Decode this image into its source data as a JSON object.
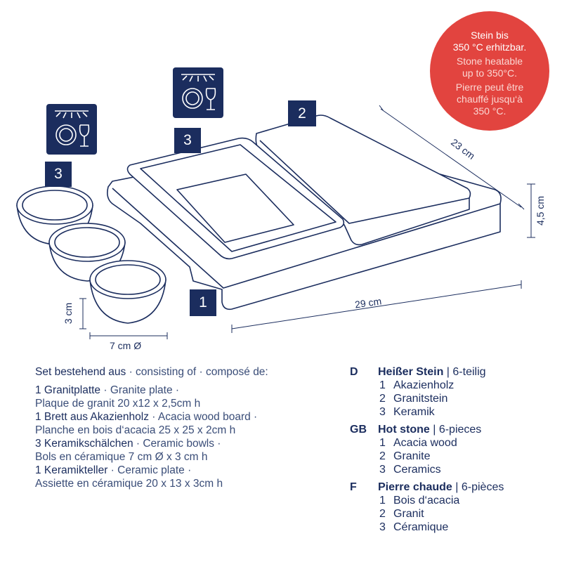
{
  "badge_heat": {
    "de": [
      "Stein bis",
      "350 °C erhitzbar."
    ],
    "en": [
      "Stone heatable",
      "up to 350°C."
    ],
    "fr": [
      "Pierre peut être",
      "chauffé jusqu‘à",
      "350 °C."
    ]
  },
  "labels": {
    "bowls": "3",
    "plate": "3",
    "stone": "2",
    "board": "1"
  },
  "dimensions": {
    "stone_depth": "23 cm",
    "stone_height": "4,5 cm",
    "board_width": "29 cm",
    "bowl_height": "3 cm",
    "bowl_diameter": "7 cm Ø"
  },
  "icons": [
    "dishwasher-safe-icon",
    "dishwasher-safe-icon"
  ],
  "contents": {
    "heading_de": "Set bestehend aus",
    "heading_rest": " · consisting of · composé de:",
    "items": [
      {
        "de": "1 Granitplatte",
        "en": " · Granite plate ·",
        "fr": "Plaque de granit 20 x12 x 2,5cm h"
      },
      {
        "de": "1 Brett aus Akazienholz",
        "en": " · Acacia wood board ·",
        "fr": "Planche en bois d‘acacia 25 x 25 x 2cm h"
      },
      {
        "de": "3 Keramikschälchen",
        "en": " · Ceramic bowls ·",
        "fr": "Bols en céramique 7 cm Ø x 3 cm h"
      },
      {
        "de": "1 Keramikteller",
        "en": " · Ceramic plate ·",
        "fr": "Assiette en céramique 20 x 13 x 3cm h"
      }
    ]
  },
  "languages": [
    {
      "code": "D",
      "title": "Heißer Stein",
      "count": " | 6-teilig",
      "items": [
        [
          "1",
          "Akazienholz"
        ],
        [
          "2",
          "Granitstein"
        ],
        [
          "3",
          "Keramik"
        ]
      ]
    },
    {
      "code": "GB",
      "title": "Hot stone",
      "count": " | 6-pieces",
      "items": [
        [
          "1",
          "Acacia wood"
        ],
        [
          "2",
          "Granite"
        ],
        [
          "3",
          "Ceramics"
        ]
      ]
    },
    {
      "code": "F",
      "title": "Pierre chaude",
      "count": " | 6-pièces",
      "items": [
        [
          "1",
          "Bois d‘acacia"
        ],
        [
          "2",
          "Granit"
        ],
        [
          "3",
          "Céramique"
        ]
      ]
    }
  ]
}
